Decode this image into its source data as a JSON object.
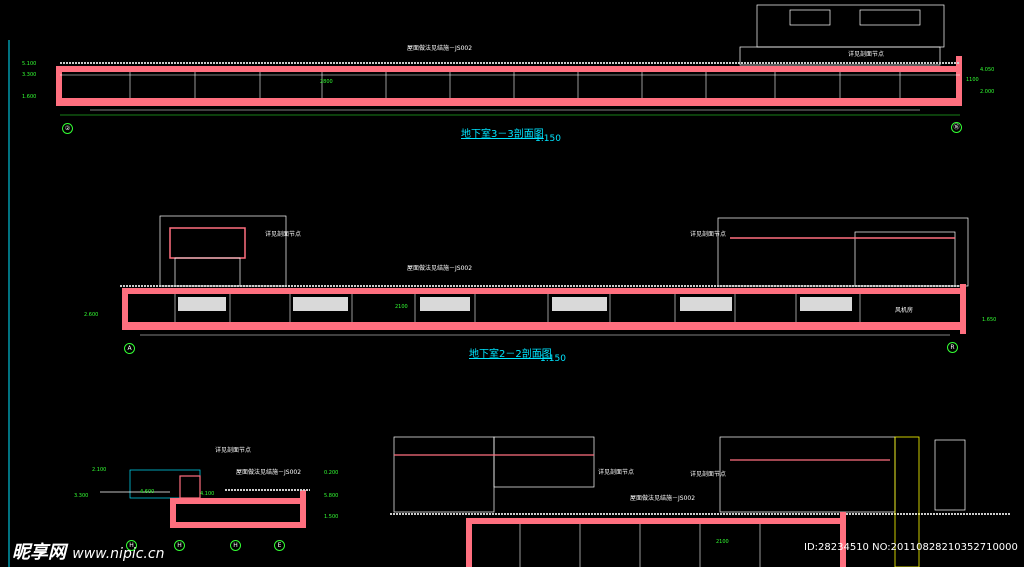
{
  "sections": {
    "s33": {
      "title": "地下室3－3剖面图",
      "scale": "1:150",
      "note": "屋面做法见结施－JS002",
      "tag": "详见剖面节点",
      "axis_left": "②",
      "axis_right": "⑯"
    },
    "s22": {
      "title": "地下室2－2剖面图",
      "scale": "1:150",
      "note": "屋面做法见结施－JS002",
      "tag_left": "详见剖面节点",
      "tag_right": "详见剖面节点",
      "tag_room": "风机房",
      "axis_left": "A",
      "axis_right": "R"
    },
    "s11": {
      "tag": "详见剖面节点",
      "note": "屋面做法见结施－JS002",
      "axes": [
        "H",
        "H",
        "H",
        "E"
      ]
    },
    "s44": {
      "tag_left": "详见剖面节点",
      "tag_right": "详见剖面节点",
      "note": "屋面做法见结施－JS002"
    }
  },
  "dims": {
    "d1": "5.100",
    "d2": "3.300",
    "d3": "2.600",
    "d4": "1.600",
    "d5": "2100",
    "d6": "2800",
    "d7": "1100",
    "d8": "4.050",
    "d9": "2.000",
    "d10": "4.600",
    "d11": "4.100",
    "d12": "3.300",
    "d13": "5.800",
    "d14": "2.100",
    "d15": "0.200",
    "d16": "1.500",
    "d17": "2100",
    "d18": "1.650"
  },
  "watermark": {
    "brand": "昵享网",
    "url": "www.nipic.cn",
    "id": "ID:28234510 NO:20110828210352710000"
  },
  "colors": {
    "bg": "#000000",
    "wall": "#ff6f7f",
    "line": "#ffffff",
    "dim": "#33ff33",
    "note": "#00e5ff"
  }
}
